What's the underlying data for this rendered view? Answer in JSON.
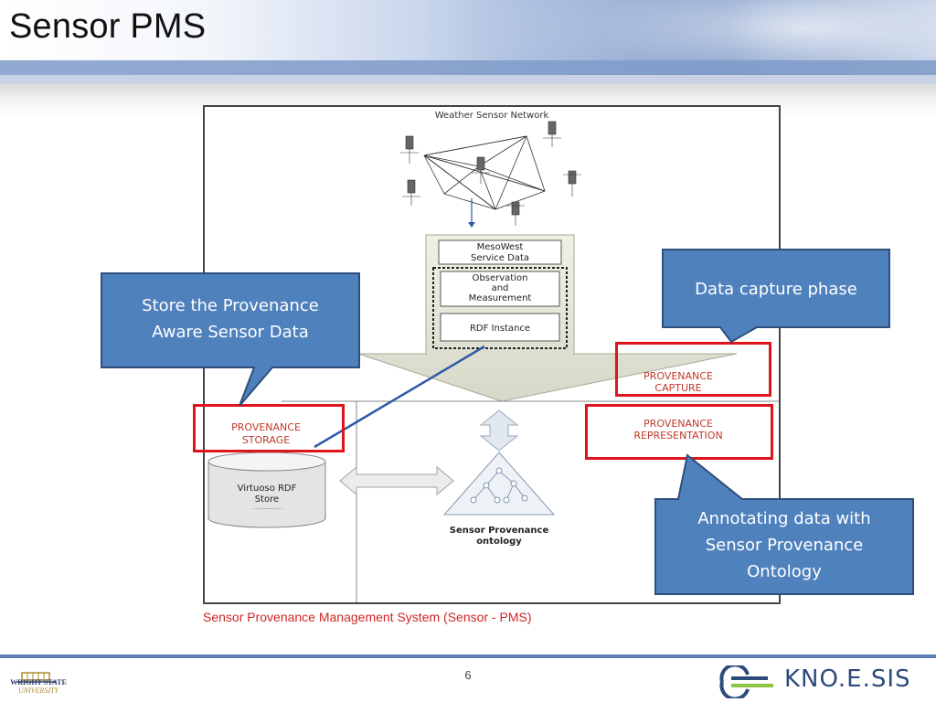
{
  "slide": {
    "title": "Sensor PMS",
    "page_number": "6"
  },
  "figure": {
    "network_title": "Weather Sensor Network",
    "mesowest_label_1": "MesoWest",
    "mesowest_label_2": "Service Data",
    "observation_label_1": "Observation",
    "observation_label_2": "and",
    "observation_label_3": "Measurement",
    "rdf_instance_label": "RDF Instance",
    "provenance_capture_1": "PROVENANCE",
    "provenance_capture_2": "CAPTURE",
    "provenance_storage_1": "PROVENANCE",
    "provenance_storage_2": "STORAGE",
    "provenance_representation_1": "PROVENANCE",
    "provenance_representation_2": "REPRESENTATION",
    "virtuoso_1": "Virtuoso RDF",
    "virtuoso_2": "Store",
    "ontology_1": "Sensor Provenance",
    "ontology_2": "ontology",
    "caption": "Sensor Provenance Management System (Sensor - PMS)"
  },
  "callouts": {
    "store": {
      "line1": "Store the Provenance",
      "line2": "Aware Sensor Data"
    },
    "capture": {
      "line1": "Data capture phase"
    },
    "annotate": {
      "line1": "Annotating data with",
      "line2": "Sensor Provenance",
      "line3": "Ontology"
    }
  },
  "footer": {
    "university": "WRIGHT STATE",
    "university_sub": "UNIVERSITY",
    "brand": "KNO.E.SIS"
  },
  "colors": {
    "callout_fill": "#4f81bd",
    "callout_border": "#2e4f7c",
    "highlight_red": "#e0141b",
    "figure_red": "#c0392b"
  }
}
